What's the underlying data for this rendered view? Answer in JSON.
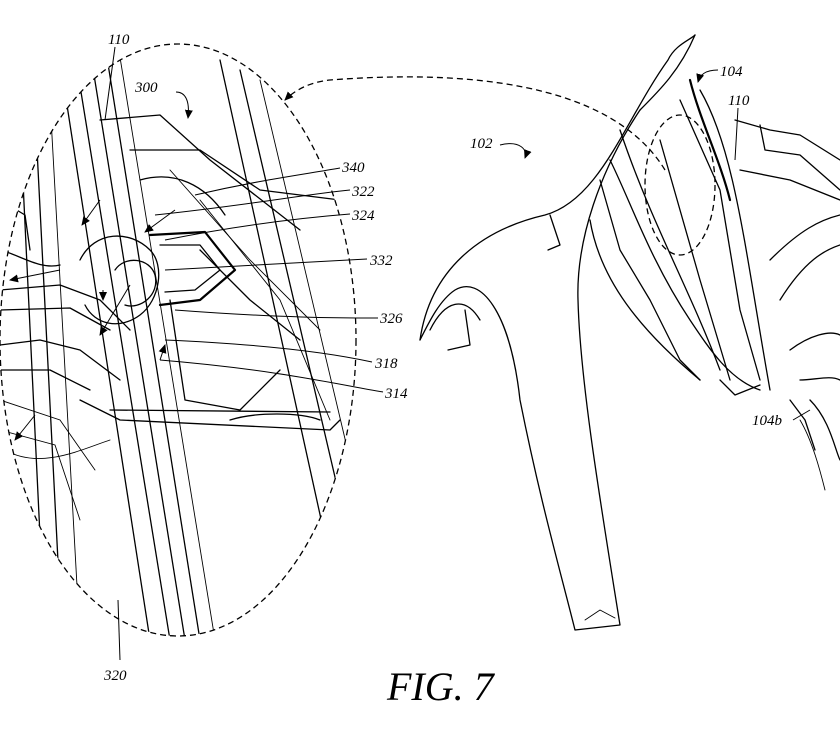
{
  "figure": {
    "caption": "FIG. 7",
    "reference_numerals": {
      "r110_detail": "110",
      "r300": "300",
      "r340": "340",
      "r322": "322",
      "r324": "324",
      "r332": "332",
      "r326": "326",
      "r318": "318",
      "r314": "314",
      "r320": "320",
      "r102": "102",
      "r104": "104",
      "r110_main": "110",
      "r104b": "104b"
    }
  }
}
